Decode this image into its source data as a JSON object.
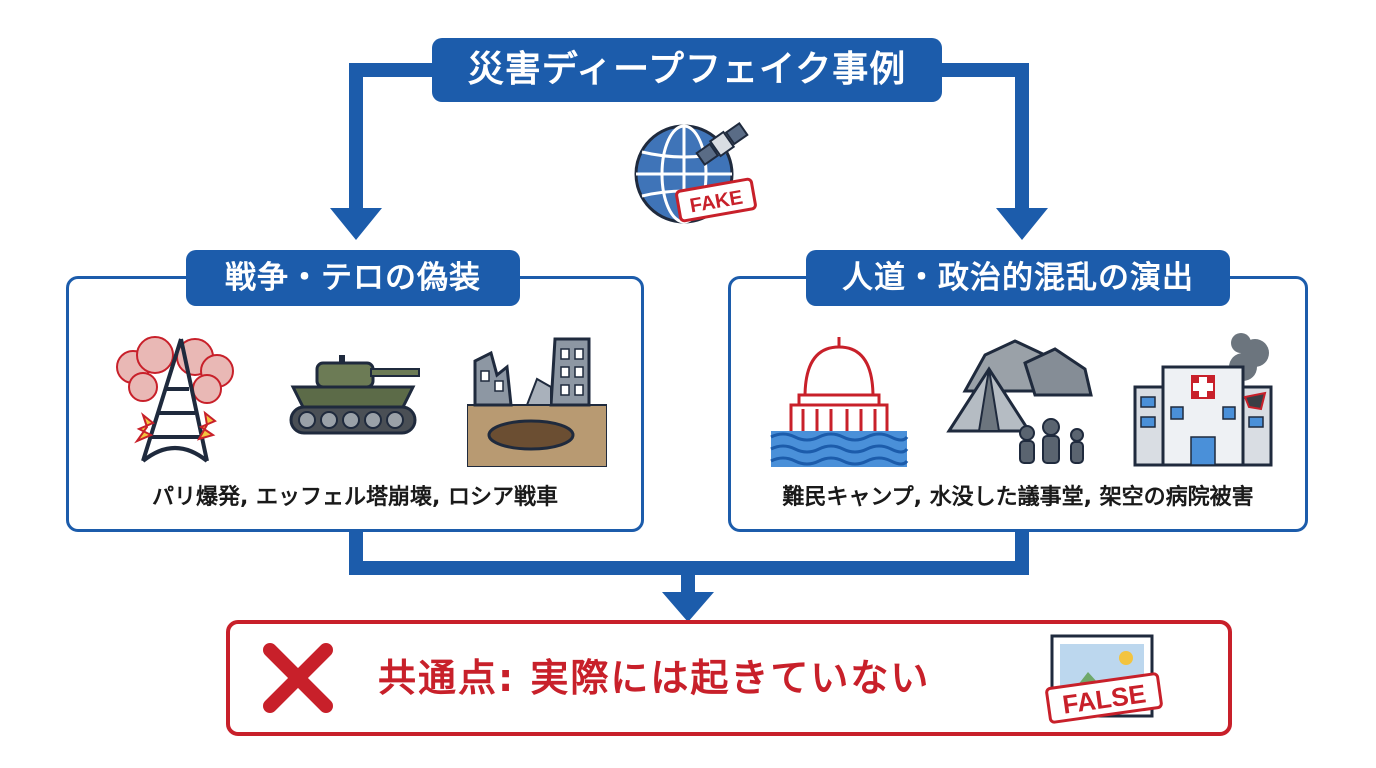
{
  "title": "災害ディープフェイク事例",
  "center_badge": "FAKE",
  "left_category": {
    "title": "戦争・テロの偽装",
    "caption": "パリ爆発, エッフェル塔崩壊, ロシア戦車",
    "icons": [
      "eiffel-explosion-icon",
      "tank-icon",
      "ruins-crater-icon"
    ]
  },
  "right_category": {
    "title": "人道・政治的混乱の演出",
    "caption": "難民キャンプ, 水没した議事堂, 架空の病院被害",
    "icons": [
      "flooded-capitol-icon",
      "refugee-camp-icon",
      "damaged-hospital-icon"
    ]
  },
  "conclusion": {
    "text": "共通点: 実際には起きていない",
    "badge": "FALSE"
  },
  "colors": {
    "primary_blue": "#1c5cab",
    "alert_red": "#c8202a",
    "text_dark": "#1a1a1a"
  }
}
